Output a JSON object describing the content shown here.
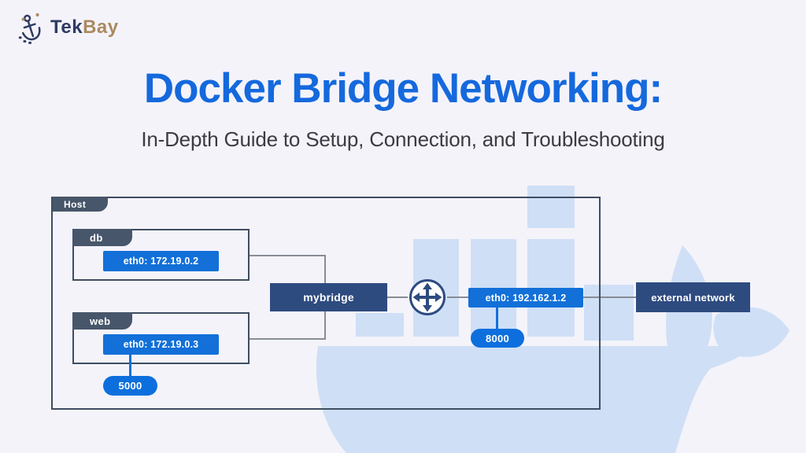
{
  "colors": {
    "background": "#f4f3fa",
    "title_blue": "#1569dd",
    "primary_blue": "#1270d8",
    "pill_blue": "#0d6fdd",
    "navy": "#2e4b80",
    "slate_tab": "#47566a",
    "box_border": "#3e4d62",
    "connector_gray": "#878c96",
    "whale_blue": "#cfdff6",
    "logo_navy": "#2e3b63",
    "logo_gold": "#ab8a5e",
    "subtitle_gray": "#3b3b42"
  },
  "logo": {
    "icon": "anchor-gear-icon",
    "brand_primary": "Tek",
    "brand_secondary": "Bay"
  },
  "header": {
    "title": "Docker Bridge Networking:",
    "subtitle": "In-Depth Guide to Setup, Connection, and Troubleshooting"
  },
  "diagram": {
    "host": {
      "label": "Host"
    },
    "db": {
      "label": "db",
      "eth": "eth0: 172.19.0.2"
    },
    "web": {
      "label": "web",
      "eth": "eth0: 172.19.0.3",
      "port": "5000"
    },
    "bridge": {
      "label": "mybridge"
    },
    "router_icon": "crossed-arrows-router-icon",
    "host_eth": {
      "label": "eth0: 192.162.1.2",
      "port": "8000"
    },
    "external": {
      "label": "external network"
    }
  }
}
